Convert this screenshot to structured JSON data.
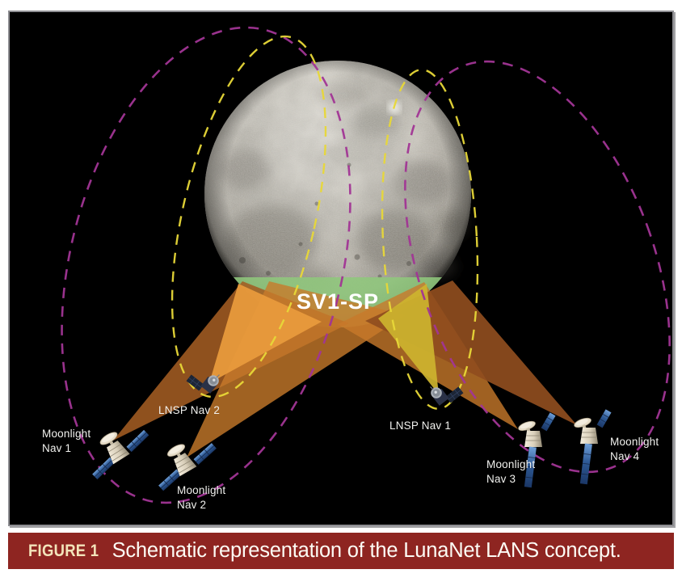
{
  "figure": {
    "number_label": "FIGURE 1",
    "caption": "Schematic representation of the LunaNet LANS concept.",
    "bar_color": "#8e2521",
    "number_color": "#f3e4ba",
    "caption_text_color": "#fdfcf5"
  },
  "diagram": {
    "background": "#000000",
    "frame_border_color": "#8e8e92",
    "coverage": {
      "label": "SV1-SP",
      "color": "#8fc77c",
      "text_color": "#ffffff"
    },
    "orbits": [
      {
        "name": "moonlight-orbit-west",
        "color": "#a23595",
        "style": "dashed"
      },
      {
        "name": "lnsp-orbit-west",
        "color": "#e8d838",
        "style": "dashed"
      },
      {
        "name": "lnsp-orbit-east",
        "color": "#e8d838",
        "style": "dashed"
      },
      {
        "name": "moonlight-orbit-east",
        "color": "#a23595",
        "style": "dashed"
      }
    ],
    "beams": [
      {
        "from": "Moonlight Nav 1",
        "color": "#a35c22"
      },
      {
        "from": "LNSP Nav 2",
        "color": "#e89a3c"
      },
      {
        "from": "Moonlight Nav 2",
        "color": "#c87a2a"
      },
      {
        "from": "LNSP Nav 1",
        "color": "#cdb42f"
      },
      {
        "from": "Moonlight Nav 3",
        "color": "#c8792b"
      },
      {
        "from": "Moonlight Nav 4",
        "color": "#8f4d1e"
      }
    ],
    "satellites": [
      {
        "label": "Moonlight\nNav 1",
        "type": "moonlight"
      },
      {
        "label": "LNSP Nav 2",
        "type": "lnsp"
      },
      {
        "label": "Moonlight\nNav 2",
        "type": "moonlight"
      },
      {
        "label": "LNSP Nav 1",
        "type": "lnsp"
      },
      {
        "label": "Moonlight\nNav 3",
        "type": "moonlight"
      },
      {
        "label": "Moonlight\nNav 4",
        "type": "moonlight"
      }
    ]
  }
}
